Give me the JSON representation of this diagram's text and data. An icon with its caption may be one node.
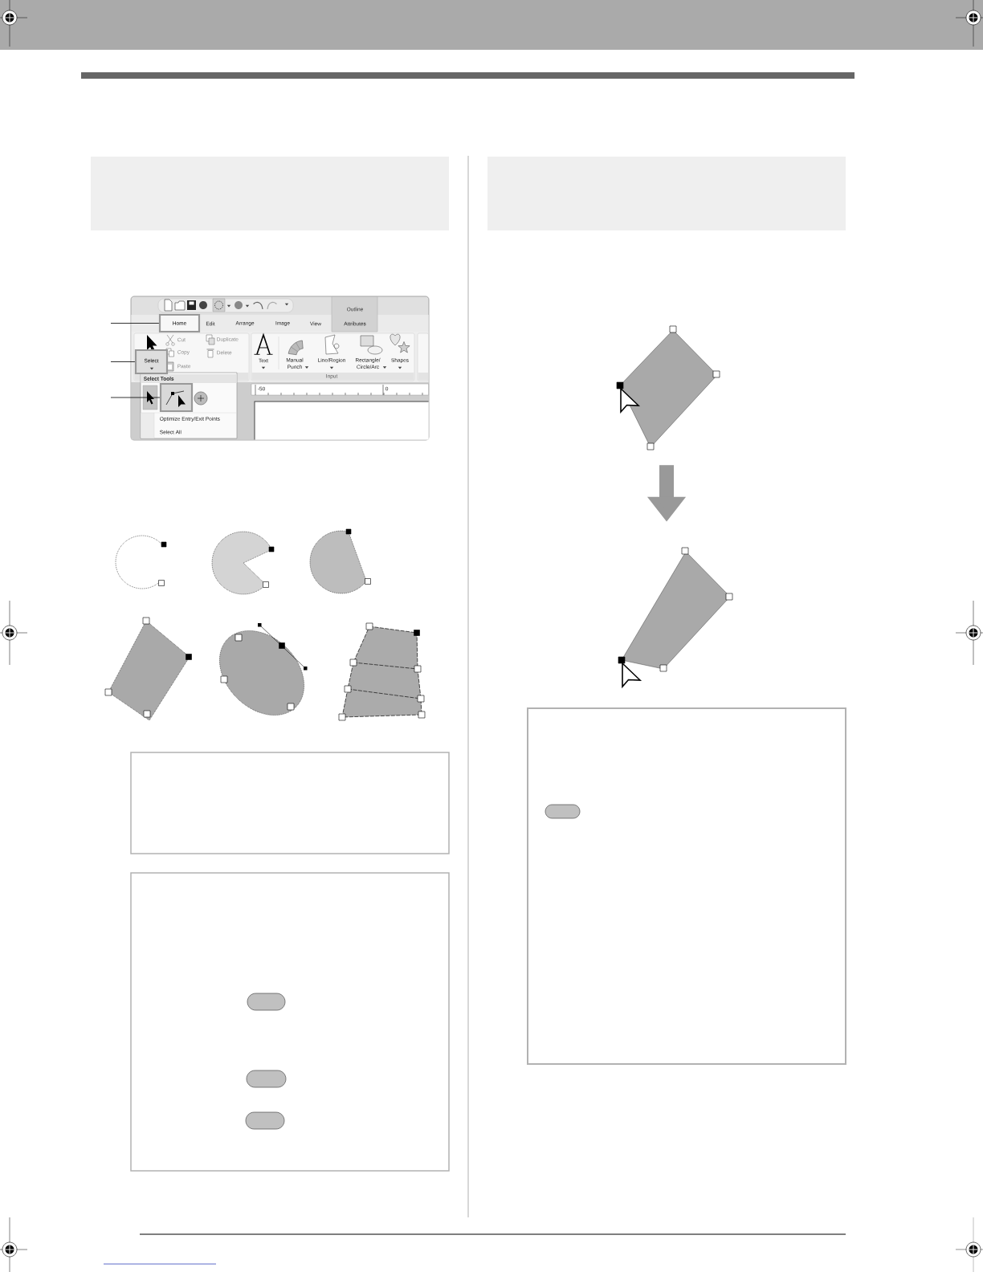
{
  "diagram": {
    "nodes": [
      {
        "text": [],
        "shape": "box"
      },
      {
        "text": [
          "Home"
        ]
      },
      {
        "text": [
          "Select"
        ]
      },
      {
        "text": [],
        "shape": "box"
      },
      {
        "text": [],
        "shape": "picture"
      },
      {
        "text": [],
        "shape": "picture"
      },
      {
        "text": [],
        "shape": "picture"
      },
      {
        "text": [],
        "shape": "picture"
      },
      {
        "text": [],
        "shape": "picture"
      },
      {
        "text": [],
        "shape": "picture"
      },
      {
        "text": [],
        "shape": "box"
      },
      {
        "text": [],
        "shape": "box"
      },
      {
        "text": [],
        "shape": "box"
      },
      {
        "text": [],
        "shape": "picture"
      },
      {
        "text": [],
        "shape": "picture"
      },
      {
        "text": [],
        "shape": "box"
      }
    ],
    "edges": [
      {
        "from": null,
        "to": 1,
        "arrow": "none"
      },
      {
        "from": null,
        "to": 2,
        "arrow": "none"
      },
      {
        "from": null,
        "to": 3,
        "arrow": "none"
      },
      {
        "from": 13,
        "to": 14,
        "arrow": "to",
        "style": "thick",
        "color": "#999999"
      }
    ],
    "labels": [
      "Outline",
      "Edit",
      "Arrange",
      "Image",
      "View",
      "Attributes",
      "Cut",
      "Duplicate",
      "Copy",
      "Delete",
      "Paste",
      "Text",
      "Manual Punch",
      "Line/Region",
      "Rectangle/ Circle/Arc",
      "Shapes",
      "Input",
      "Select Tools",
      "-50",
      "0",
      "Optimize Entry/Exit Points",
      "Select All"
    ]
  }
}
